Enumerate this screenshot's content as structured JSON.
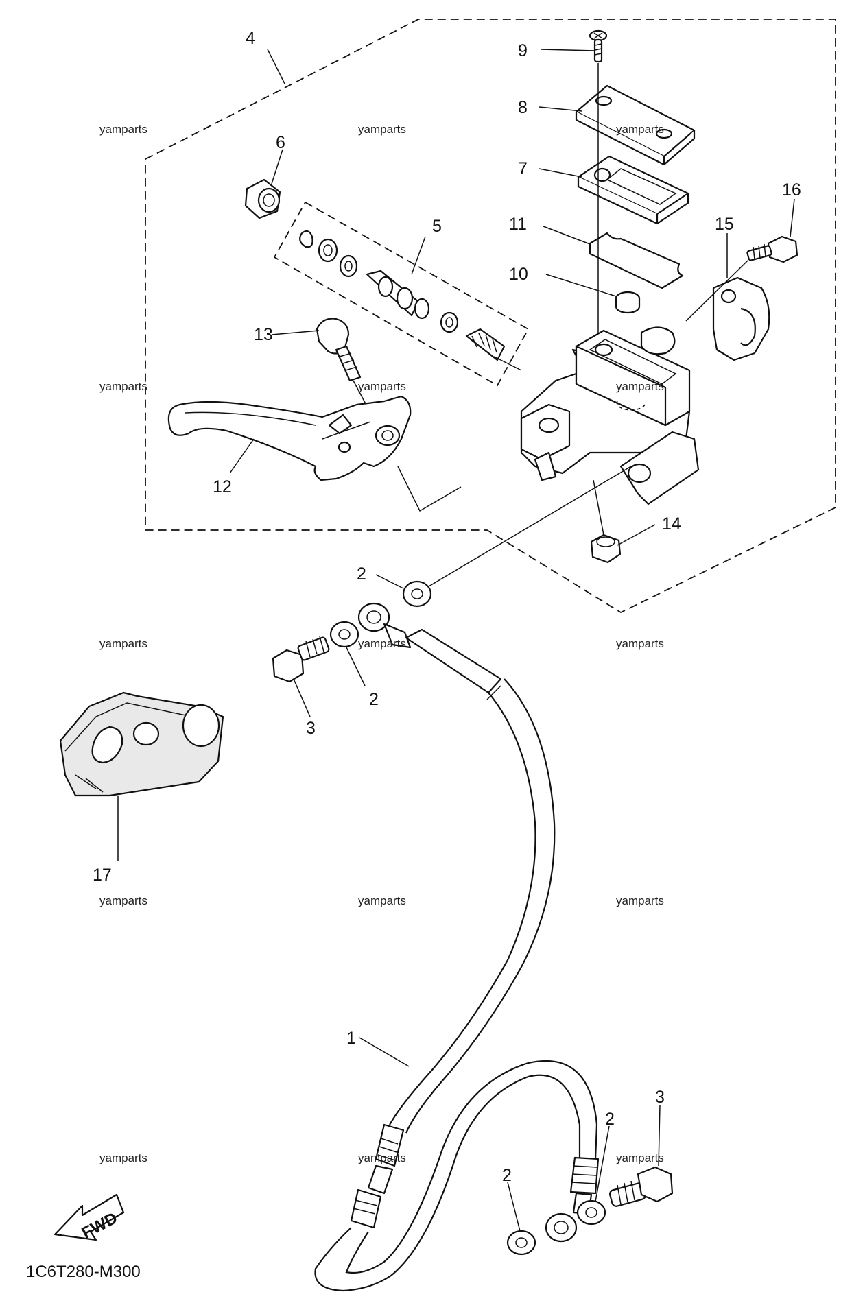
{
  "diagram": {
    "code": "1C6T280-M300",
    "fwd_label": "FWD",
    "watermark": "yamparts",
    "callouts": {
      "c1": "1",
      "c2a": "2",
      "c2b": "2",
      "c2c": "2",
      "c2d": "2",
      "c3a": "3",
      "c3b": "3",
      "c4": "4",
      "c5": "5",
      "c6": "6",
      "c7": "7",
      "c8": "8",
      "c9": "9",
      "c10": "10",
      "c11": "11",
      "c12": "12",
      "c13": "13",
      "c14": "14",
      "c15": "15",
      "c16": "16",
      "c17": "17"
    }
  }
}
